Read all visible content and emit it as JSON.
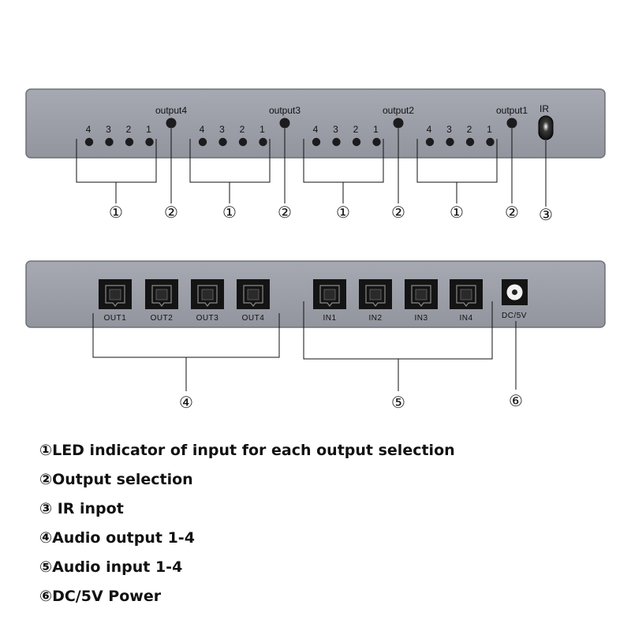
{
  "front_panel": {
    "groups": [
      {
        "output_label": "output4",
        "led_numbers": [
          "4",
          "3",
          "2",
          "1"
        ],
        "callout_leds": "①",
        "callout_button": "②"
      },
      {
        "output_label": "output3",
        "led_numbers": [
          "4",
          "3",
          "2",
          "1"
        ],
        "callout_leds": "①",
        "callout_button": "②"
      },
      {
        "output_label": "output2",
        "led_numbers": [
          "4",
          "3",
          "2",
          "1"
        ],
        "callout_leds": "①",
        "callout_button": "②"
      },
      {
        "output_label": "output1",
        "led_numbers": [
          "4",
          "3",
          "2",
          "1"
        ],
        "callout_leds": "①",
        "callout_button": "②"
      }
    ],
    "ir_label": "IR",
    "ir_callout": "③"
  },
  "rear_panel": {
    "outputs": [
      "OUT1",
      "OUT2",
      "OUT3",
      "OUT4"
    ],
    "inputs": [
      "IN1",
      "IN2",
      "IN3",
      "IN4"
    ],
    "power_label": "DC/5V",
    "outputs_callout": "④",
    "inputs_callout": "⑤",
    "power_callout": "⑥"
  },
  "legend": [
    "①LED indicator of input for each output selection",
    "②Output selection",
    "③ IR inpot",
    "④Audio output 1-4",
    "⑤Audio input 1-4",
    "⑥DC/5V Power"
  ],
  "colors": {
    "panel_fill": "#9c9fa8",
    "panel_stroke": "#6e7079",
    "led": "#1c1c1e",
    "line": "#111111",
    "port_body": "#141414"
  }
}
